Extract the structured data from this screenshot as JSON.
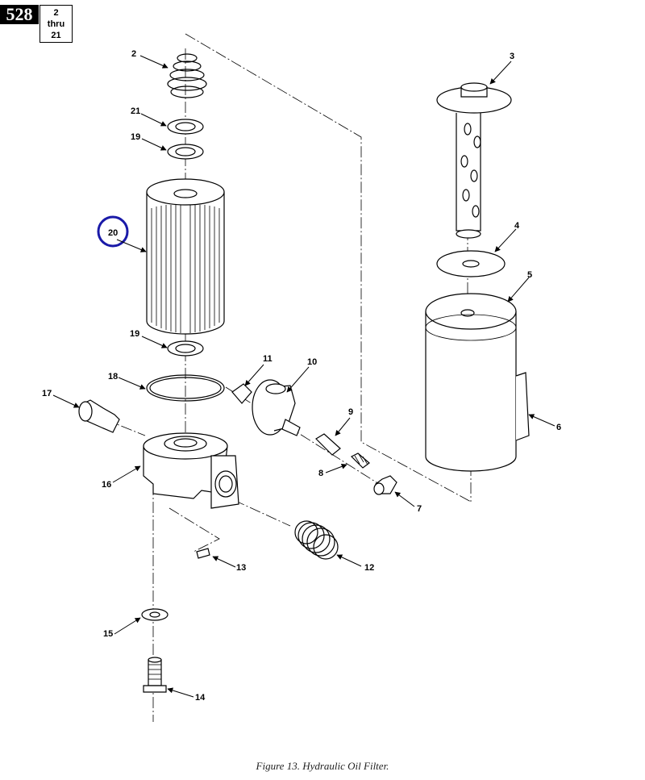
{
  "header": {
    "page_number": "528",
    "range_from": "2",
    "range_word": "thru",
    "range_to": "21"
  },
  "callouts": {
    "c2": "2",
    "c3": "3",
    "c4": "4",
    "c5": "5",
    "c6": "6",
    "c7": "7",
    "c8": "8",
    "c9": "9",
    "c10": "10",
    "c11": "11",
    "c12": "12",
    "c13": "13",
    "c14": "14",
    "c15": "15",
    "c16": "16",
    "c17": "17",
    "c18": "18",
    "c19a": "19",
    "c19b": "19",
    "c20": "20",
    "c21": "21"
  },
  "highlight": {
    "color": "#1a1aa8"
  },
  "caption": "Figure 13. Hydraulic Oil Filter."
}
